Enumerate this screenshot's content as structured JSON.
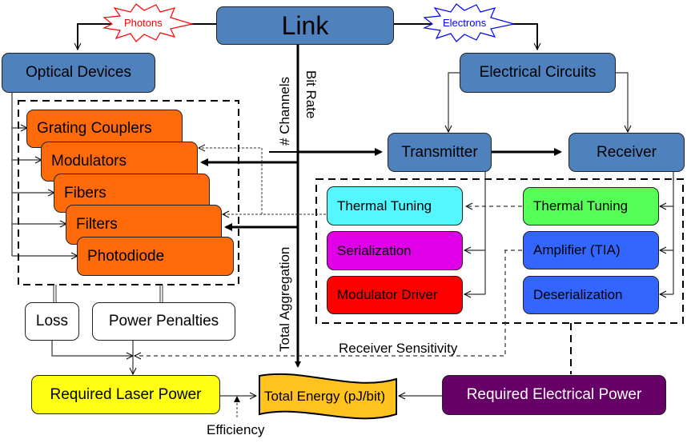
{
  "title": "Link",
  "branches": {
    "photons": "Photons",
    "electrons": "Electrons"
  },
  "optical_devices": {
    "label": "Optical Devices",
    "components": [
      {
        "label": "Grating Couplers"
      },
      {
        "label": "Modulators"
      },
      {
        "label": "Fibers"
      },
      {
        "label": "Filters"
      },
      {
        "label": "Photodiode"
      }
    ],
    "loss": "Loss",
    "power_penalties": "Power Penalties"
  },
  "electrical_circuits": {
    "label": "Electrical Circuits",
    "transmitter": {
      "label": "Transmitter",
      "components": [
        {
          "label": "Thermal Tuning",
          "color": "#55f7ff"
        },
        {
          "label": "Serialization",
          "color": "#e000e8"
        },
        {
          "label": "Modulator Driver",
          "color": "#ff0000"
        }
      ]
    },
    "receiver": {
      "label": "Receiver",
      "components": [
        {
          "label": "Thermal Tuning",
          "color": "#55ff55"
        },
        {
          "label": "Amplifier (TIA)",
          "color": "#3366ff"
        },
        {
          "label": "Deserialization",
          "color": "#3366ff"
        }
      ]
    }
  },
  "link_params": {
    "channels": "# Channels",
    "bit_rate": "Bit Rate",
    "total_aggregation": "Total Aggregation"
  },
  "receiver_sensitivity": "Receiver Sensitivity",
  "required_laser_power": "Required Laser Power",
  "efficiency": "Efficiency",
  "total_energy": "Total Energy (pJ/bit)",
  "required_electrical_power": "Required Electrical Power",
  "colors": {
    "blue_box": "#4f81bd",
    "orange": "#ff6a0a",
    "yellow": "#ffff14",
    "gold": "#ffc21e",
    "purple": "#660066",
    "photons": "#ff0000",
    "electrons": "#0000ff"
  }
}
